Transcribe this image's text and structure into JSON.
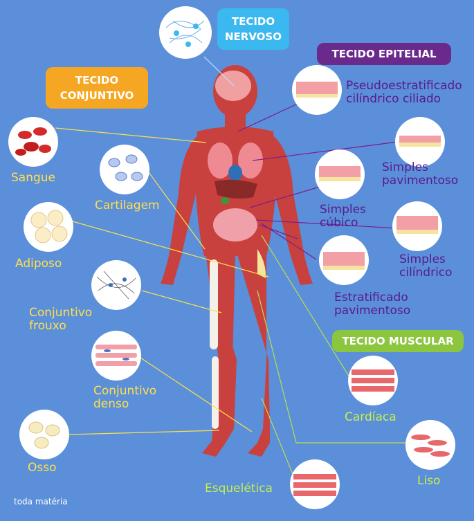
{
  "headers": {
    "nervoso": "TECIDO\nNERVOSO",
    "epitelial": "TECIDO EPITELIAL",
    "conjuntivo": "TECIDO\nCONJUNTIVO",
    "muscular": "TECIDO MUSCULAR"
  },
  "conjuntivo": {
    "sangue": "Sangue",
    "cartilagem": "Cartilagem",
    "adiposo": "Adiposo",
    "frouxo": "Conjuntivo\nfrouxo",
    "denso": "Conjuntivo\ndenso",
    "osso": "Osso"
  },
  "epitelial": {
    "pseudo": "Pseudoestratificado\ncilíndrico ciliado",
    "simples_pav": "Simples\npavimentoso",
    "simples_cub": "Simples\ncúbico",
    "simples_cil": "Simples\ncilíndrico",
    "estratificado": "Estratificado\npavimentoso"
  },
  "muscular": {
    "cardiaca": "Cardíaca",
    "liso": "Liso",
    "esqueletica": "Esquelética"
  },
  "brand": "toda matéria",
  "colors": {
    "background": "#5b8fd9",
    "nervoso": "#3bb8f0",
    "epitelial": "#6a2a8c",
    "conjuntivo": "#f5a623",
    "muscular": "#8cc63f",
    "yellow_label": "#ffe04a",
    "purple_label": "#5a1a8a"
  }
}
